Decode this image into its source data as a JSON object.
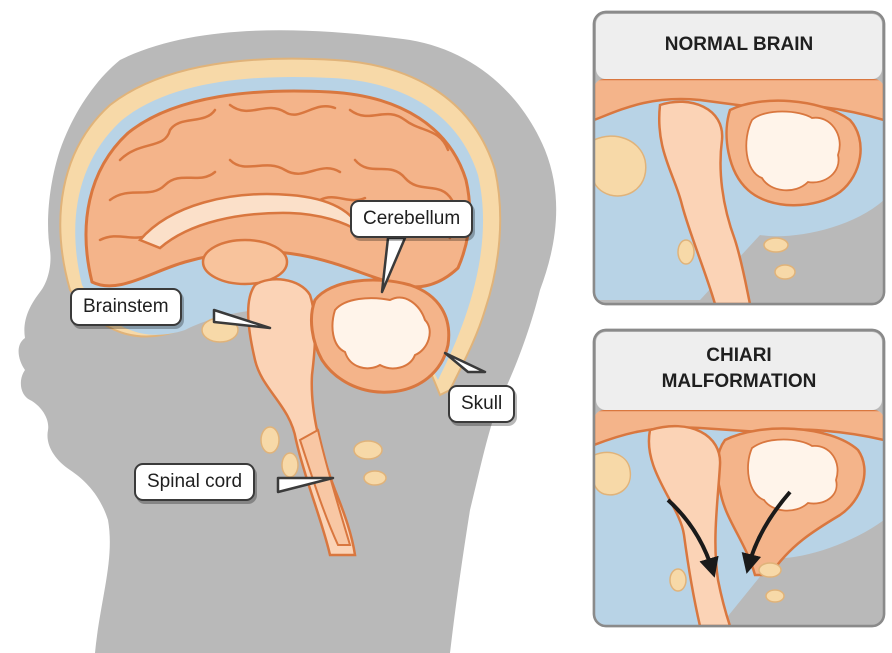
{
  "labels": {
    "cerebellum": "Cerebellum",
    "brainstem": "Brainstem",
    "skull": "Skull",
    "spinal_cord": "Spinal cord"
  },
  "panels": {
    "normal": {
      "title": "NORMAL BRAIN"
    },
    "chiari": {
      "title_line1": "CHIARI",
      "title_line2": "MALFORMATION"
    }
  },
  "colors": {
    "silhouette": "#b9b9b9",
    "cerebrum": "#f4b48a",
    "cerebrum_outline": "#d9773f",
    "cerebellum_white": "#fff4ea",
    "fluid": "#b8d3e6",
    "skull": "#f7d9a8",
    "brainstem": "#fbd3b6",
    "panel_header": "#eeeeee",
    "arrow": "#1a1a1a"
  }
}
